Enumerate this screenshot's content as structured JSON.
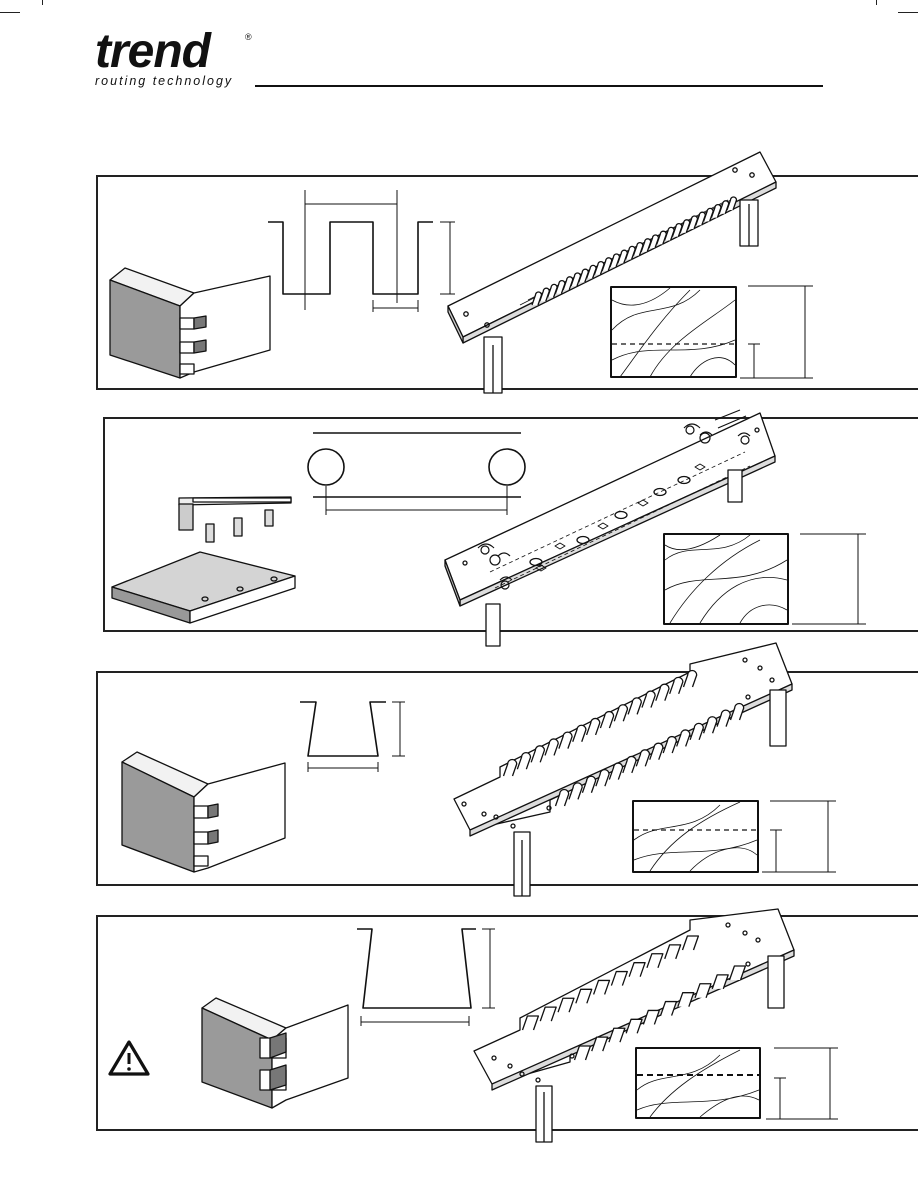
{
  "header": {
    "brand": "trend",
    "registered": "®",
    "tagline": "routing technology"
  },
  "panels": [
    {
      "id": "fixed-dovetail-template"
    },
    {
      "id": "dowel-jointing-template"
    },
    {
      "id": "adjustable-dovetail-template"
    },
    {
      "id": "through-dovetail-template"
    }
  ],
  "warning": {
    "icon": "warning-triangle-icon",
    "symbol": "!"
  }
}
